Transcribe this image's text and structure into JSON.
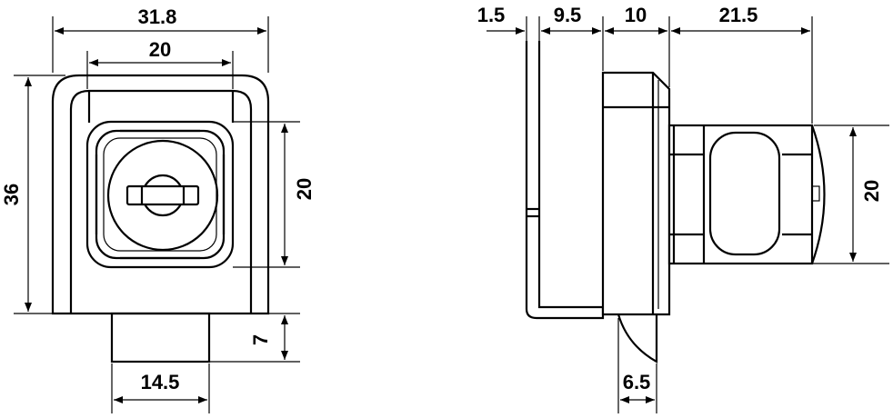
{
  "front_view": {
    "width_outer": "31.8",
    "width_key_housing": "20",
    "height_total": "36",
    "height_key_housing": "20",
    "bottom_tab_width": "14.5",
    "bottom_tab_height": "7"
  },
  "side_view": {
    "plate_thickness": "1.5",
    "gap": "9.5",
    "body_depth": "10",
    "cylinder_length": "21.5",
    "cylinder_height": "20",
    "cam_width": "6.5"
  }
}
